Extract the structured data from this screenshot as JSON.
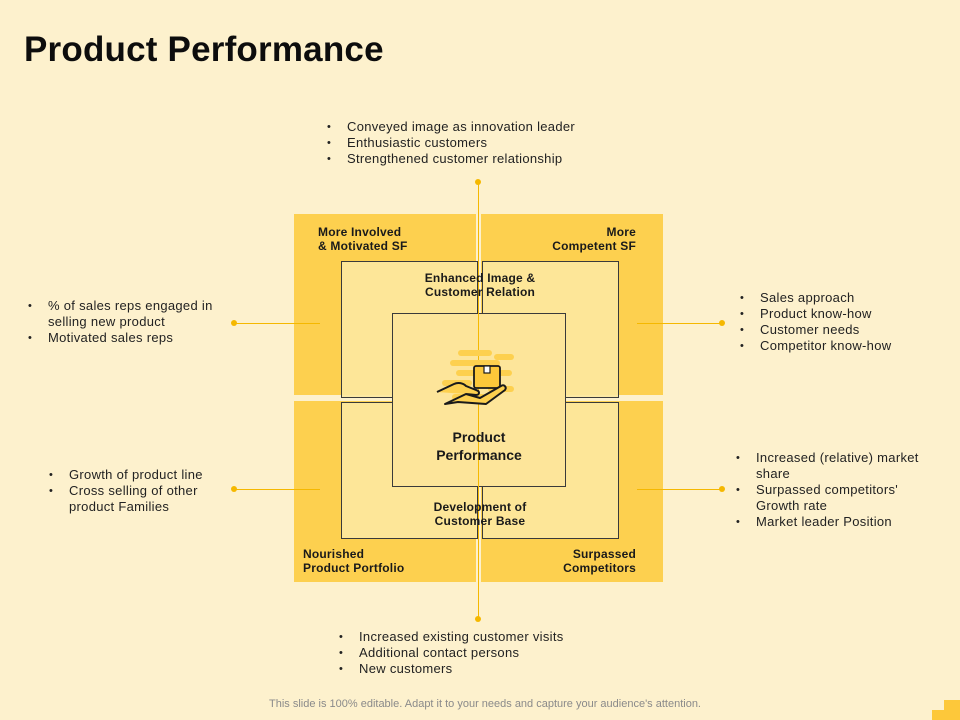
{
  "title": "Product Performance",
  "top_bullets": [
    "Conveyed image as innovation leader",
    "Enthusiastic customers",
    "Strengthened customer relationship"
  ],
  "left_top_bullets": [
    "% of sales reps engaged in selling new product",
    "Motivated sales reps"
  ],
  "right_top_bullets": [
    "Sales approach",
    "Product know-how",
    "Customer  needs",
    "Competitor  know-how"
  ],
  "left_bottom_bullets": [
    "Growth of product line",
    "Cross selling of other product Families"
  ],
  "right_bottom_bullets": [
    "Increased (relative) market share",
    "Surpassed competitors' Growth rate",
    "Market leader Position"
  ],
  "bottom_bullets": [
    "Increased existing customer visits",
    "Additional contact persons",
    "New customers"
  ],
  "quadrants": {
    "top_left": {
      "line1": "More Involved",
      "line2": "& Motivated SF"
    },
    "top_right": {
      "line1": "More",
      "line2": "Competent SF"
    },
    "bottom_left": {
      "line1": "Nourished",
      "line2": "Product Portfolio"
    },
    "bottom_right": {
      "line1": "Surpassed",
      "line2": "Competitors"
    }
  },
  "middle_top": {
    "line1": "Enhanced Image &",
    "line2": "Customer Relation"
  },
  "middle_bottom": {
    "line1": "Development of",
    "line2": "Customer Base"
  },
  "center": {
    "line1": "Product",
    "line2": "Performance",
    "icon": "box-on-hand-icon"
  },
  "footer": "This slide is 100% editable. Adapt it to your needs and capture your audience's attention.",
  "colors": {
    "background": "#fdf1cd",
    "accent": "#fdd04f",
    "line": "#f5b800"
  }
}
